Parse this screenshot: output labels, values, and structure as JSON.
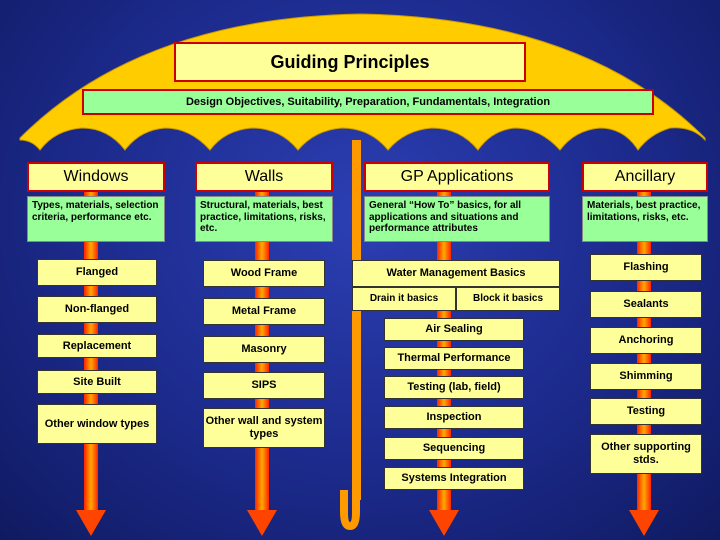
{
  "title": "Guiding Principles",
  "subtitle": "Design Objectives, Suitability, Preparation, Fundamentals, Integration",
  "columns": [
    {
      "heading": "Windows",
      "description": "Types, materials, selection criteria, performance etc.",
      "items": [
        "Flanged",
        "Non-flanged",
        "Replacement",
        "Site Built",
        "Other window types"
      ]
    },
    {
      "heading": "Walls",
      "description": "Structural, materials, best practice, limitations, risks, etc.",
      "items": [
        "Wood Frame",
        "Metal Frame",
        "Masonry",
        "SIPS",
        "Other wall and system types"
      ]
    },
    {
      "heading": "GP Applications",
      "description": "General “How To” basics, for all applications and situations and performance attributes",
      "water_management": "Water Management Basics",
      "sub_items": [
        "Drain it basics",
        "Block it basics"
      ],
      "items": [
        "Air Sealing",
        "Thermal Performance",
        "Testing (lab, field)",
        "Inspection",
        "Sequencing",
        "Systems Integration"
      ]
    },
    {
      "heading": "Ancillary",
      "description": "Materials, best practice, limitations, risks, etc.",
      "items": [
        "Flashing",
        "Sealants",
        "Anchoring",
        "Shimming",
        "Testing",
        "Other supporting stds."
      ]
    }
  ],
  "colors": {
    "background": "#1c2a8c",
    "umbrella": "#ffcc00",
    "arrow": "#ff3300",
    "arrow_fill": "#ff8800",
    "title_fill": "#ffff99",
    "sub_fill": "#99ff99",
    "border": "#cc0000"
  }
}
